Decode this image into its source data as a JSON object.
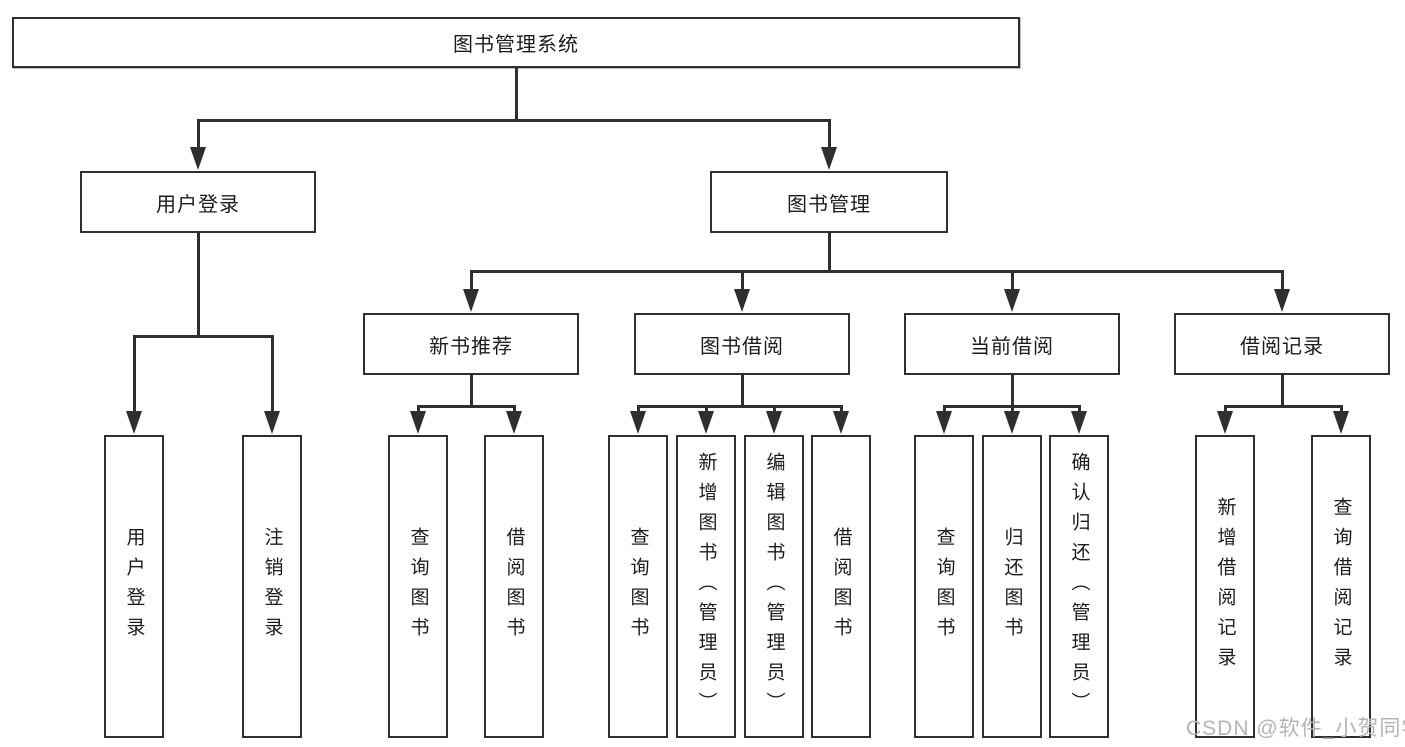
{
  "diagram_type": "hierarchy-tree",
  "tree": {
    "label": "图书管理系统",
    "children": [
      {
        "label": "用户登录",
        "children": [
          {
            "label": "用户登录"
          },
          {
            "label": "注销登录"
          }
        ]
      },
      {
        "label": "图书管理",
        "children": [
          {
            "label": "新书推荐",
            "children": [
              {
                "label": "查询图书"
              },
              {
                "label": "借阅图书"
              }
            ]
          },
          {
            "label": "图书借阅",
            "children": [
              {
                "label": "查询图书"
              },
              {
                "label": "新增图书（管理员）"
              },
              {
                "label": "编辑图书（管理员）"
              },
              {
                "label": "借阅图书"
              }
            ]
          },
          {
            "label": "当前借阅",
            "children": [
              {
                "label": "查询图书"
              },
              {
                "label": "归还图书"
              },
              {
                "label": "确认归还（管理员）"
              }
            ]
          },
          {
            "label": "借阅记录",
            "children": [
              {
                "label": "新增借阅记录"
              },
              {
                "label": "查询借阅记录"
              }
            ]
          }
        ]
      }
    ]
  },
  "watermark": {
    "text": "CSDN @软件_小贺同学"
  },
  "colors": {
    "line": "#2f2f2f",
    "box_border": "#2f2f2f",
    "box_background": "#ffffff",
    "text": "#1c1c1c",
    "watermark": "#b7b3b5"
  }
}
